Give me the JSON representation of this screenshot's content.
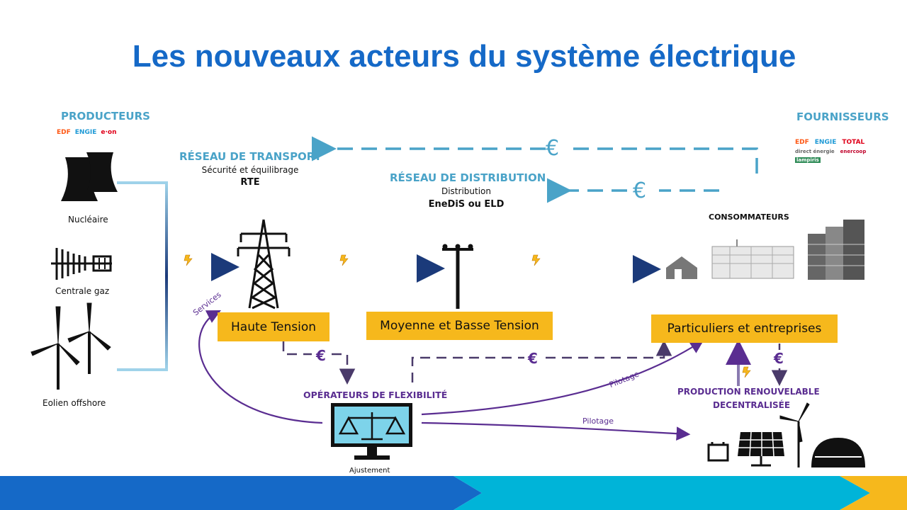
{
  "title": "Les nouveaux acteurs du système électrique",
  "producers": {
    "header": "PRODUCTEURS",
    "logos": [
      "EDF",
      "ENGIE",
      "e·on"
    ],
    "items": [
      "Nucléaire",
      "Centrale gaz",
      "Eolien offshore"
    ]
  },
  "suppliers": {
    "header": "FOURNISSEURS",
    "logos": [
      "EDF",
      "ENGIE",
      "TOTAL",
      "direct énergie",
      "enercoop",
      "lampiris"
    ]
  },
  "transport": {
    "header": "RÉSEAU DE TRANSPORT",
    "desc": "Sécurité et équilibrage",
    "operator": "RTE"
  },
  "distribution": {
    "header": "RÉSEAU DE DISTRIBUTION",
    "desc": "Distribution",
    "operator": "EneDiS ou ELD"
  },
  "consumers": {
    "header": "CONSOMMATEURS"
  },
  "boxes": {
    "high": "Haute Tension",
    "medium_low": "Moyenne et Basse Tension",
    "end_users": "Particuliers et entreprises"
  },
  "flexibility": {
    "header": "OPÉRATEURS DE FLEXIBILITÉ",
    "label": "Ajustement"
  },
  "renewable": {
    "line1": "PRODUCTION RENOUVELABLE",
    "line2": "DECENTRALISÉE"
  },
  "flow_labels": {
    "services": "Services",
    "pilotage": "Pilotage",
    "currency": "€"
  },
  "colors": {
    "title": "#1569c7",
    "teal": "#4aa3c8",
    "yellow": "#f6b81c",
    "purple": "#5a2d91",
    "navy": "#1b3a7a"
  }
}
